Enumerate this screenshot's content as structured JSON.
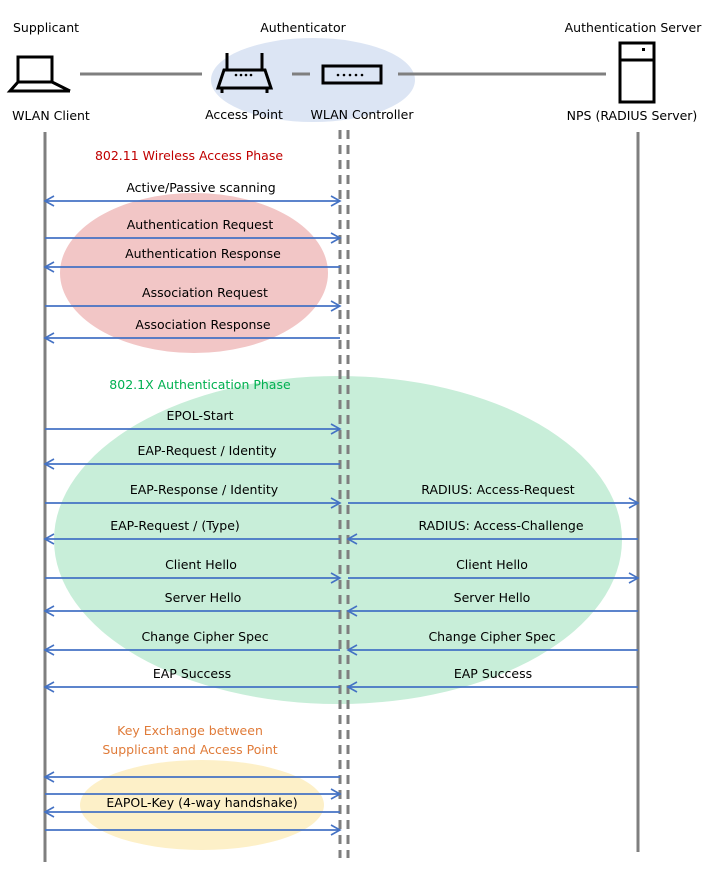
{
  "colors": {
    "arrow": "#4472c4",
    "lifeline": "#7f7f7f",
    "wireless_phase": "#c00000",
    "auth_phase": "#00b050",
    "key_phase": "#e07b39",
    "wireless_fill": "#f2c6c6",
    "auth_fill": "#c8eed9",
    "key_fill": "#fdf0c8",
    "authenticator_fill": "#dce5f4"
  },
  "header": {
    "supplicant": "Supplicant",
    "authenticator": "Authenticator",
    "auth_server": "Authentication Server",
    "wlan_client": "WLAN Client",
    "access_point": "Access Point",
    "wlan_controller": "WLAN Controller",
    "nps": "NPS (RADIUS Server)"
  },
  "phases": {
    "wireless": "802.11 Wireless Access Phase",
    "auth": "802.1X Authentication Phase",
    "key_line1": "Key Exchange between",
    "key_line2": "Supplicant and Access Point"
  },
  "messages": [
    {
      "label": "Active/Passive scanning",
      "dir": "both"
    },
    {
      "label": "Authentication Request",
      "dir": "right"
    },
    {
      "label": "Authentication Response",
      "dir": "left"
    },
    {
      "label": "Association Request",
      "dir": "right"
    },
    {
      "label": "Association Response",
      "dir": "left"
    },
    {
      "label": "EPOL-Start",
      "dir": "right"
    },
    {
      "label": "EAP-Request / Identity",
      "dir": "left"
    },
    {
      "label": "EAP-Response / Identity",
      "dir": "right",
      "server_label": "RADIUS: Access-Request",
      "server_dir": "right"
    },
    {
      "label": "EAP-Request / (Type)",
      "dir": "left",
      "server_label": "RADIUS: Access-Challenge",
      "server_dir": "left"
    },
    {
      "label": "Client Hello",
      "dir": "right",
      "server_label": "Client Hello",
      "server_dir": "right"
    },
    {
      "label": "Server Hello",
      "dir": "left",
      "server_label": "Server Hello",
      "server_dir": "left"
    },
    {
      "label": "Change Cipher Spec",
      "dir": "left",
      "server_label": "Change Cipher Spec",
      "server_dir": "left"
    },
    {
      "label": "EAP Success",
      "dir": "left",
      "server_label": "EAP Success",
      "server_dir": "left"
    }
  ],
  "key_exchange": {
    "label": "EAPOL-Key (4-way handshake)",
    "dirs": [
      "left",
      "right",
      "left",
      "right"
    ]
  },
  "icons": [
    "laptop-icon",
    "access-point-icon",
    "wlan-controller-icon",
    "server-icon"
  ]
}
